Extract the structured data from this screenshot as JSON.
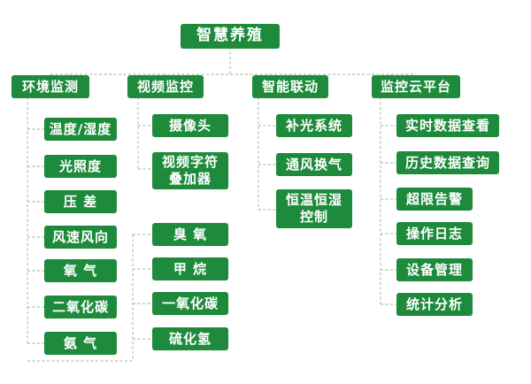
{
  "title": "智慧养殖",
  "branches": [
    {
      "label": "环境监测",
      "items": [
        "温度/湿度",
        "光照度",
        "压 差",
        "风速风向",
        "氧 气",
        "二氧化碳",
        "氨 气"
      ]
    },
    {
      "label": "视频监控",
      "items": [
        "摄像头",
        "视频字符\n叠加器"
      ],
      "items2": [
        "臭 氧",
        "甲 烷",
        "一氧化碳",
        "硫化氢"
      ]
    },
    {
      "label": "智能联动",
      "items": [
        "补光系统",
        "通风换气",
        "恒温恒湿\n控制"
      ]
    },
    {
      "label": "监控云平台",
      "items": [
        "实时数据查看",
        "历史数据查询",
        "超限告警",
        "操作日志",
        "设备管理",
        "统计分析"
      ]
    }
  ],
  "colors": {
    "box": "#1e8a3c",
    "text": "#ffffff",
    "connector": "#a9c7a9"
  }
}
